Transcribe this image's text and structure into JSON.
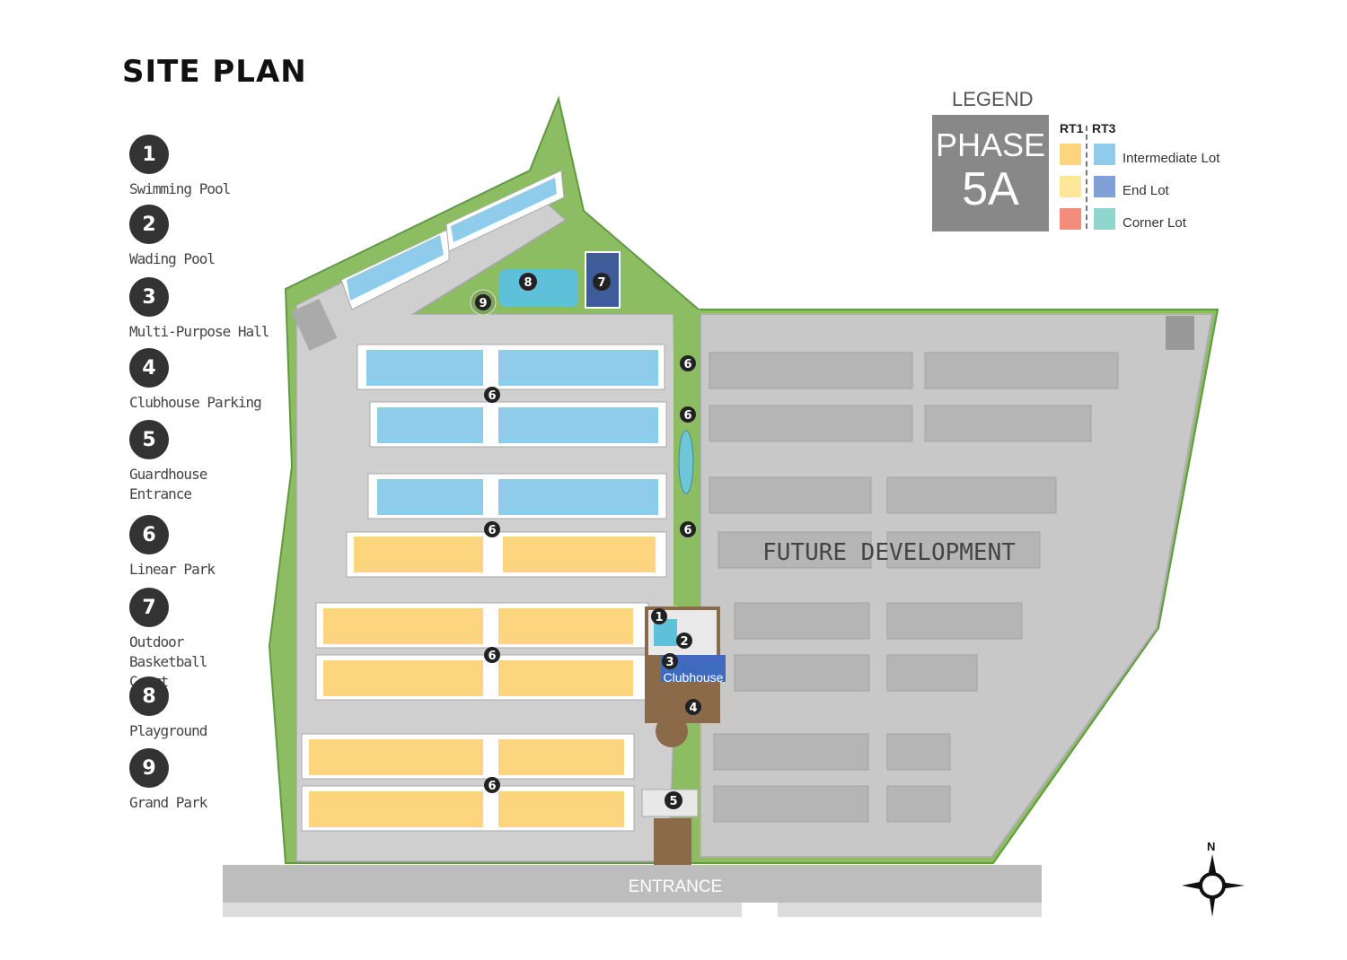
{
  "title": "SITE PLAN",
  "amenities": [
    {
      "num": "1",
      "label": "Swimming Pool"
    },
    {
      "num": "2",
      "label": "Wading Pool"
    },
    {
      "num": "3",
      "label": "Multi-Purpose Hall"
    },
    {
      "num": "4",
      "label": "Clubhouse Parking"
    },
    {
      "num": "5",
      "label": "Guardhouse Entrance"
    },
    {
      "num": "6",
      "label": "Linear Park"
    },
    {
      "num": "7",
      "label": "Outdoor Basketball Court"
    },
    {
      "num": "8",
      "label": "Playground"
    },
    {
      "num": "9",
      "label": "Grand Park"
    }
  ],
  "legend": {
    "title": "LEGEND",
    "phase_line1": "PHASE",
    "phase_line2": "5A",
    "col_rt1": "RT1",
    "col_rt3": "RT3",
    "items": [
      {
        "label": "Intermediate Lot",
        "rt1_color": "#fcd57e",
        "rt3_color": "#8fcbea"
      },
      {
        "label": "End Lot",
        "rt1_color": "#fde89a",
        "rt3_color": "#7f9fd9"
      },
      {
        "label": "Corner Lot",
        "rt1_color": "#f28d7e",
        "rt3_color": "#8fd6cc"
      }
    ]
  },
  "map": {
    "future_label": "FUTURE DEVELOPMENT",
    "clubhouse_label": "Clubhouse",
    "entrance_label": "ENTRANCE",
    "compass_label": "N"
  },
  "colors": {
    "road": "#c9c9c9",
    "green": "#7fb35a",
    "future": "#bdbdbd",
    "rt1": "#fcd57e",
    "rt3": "#8fcbea"
  }
}
